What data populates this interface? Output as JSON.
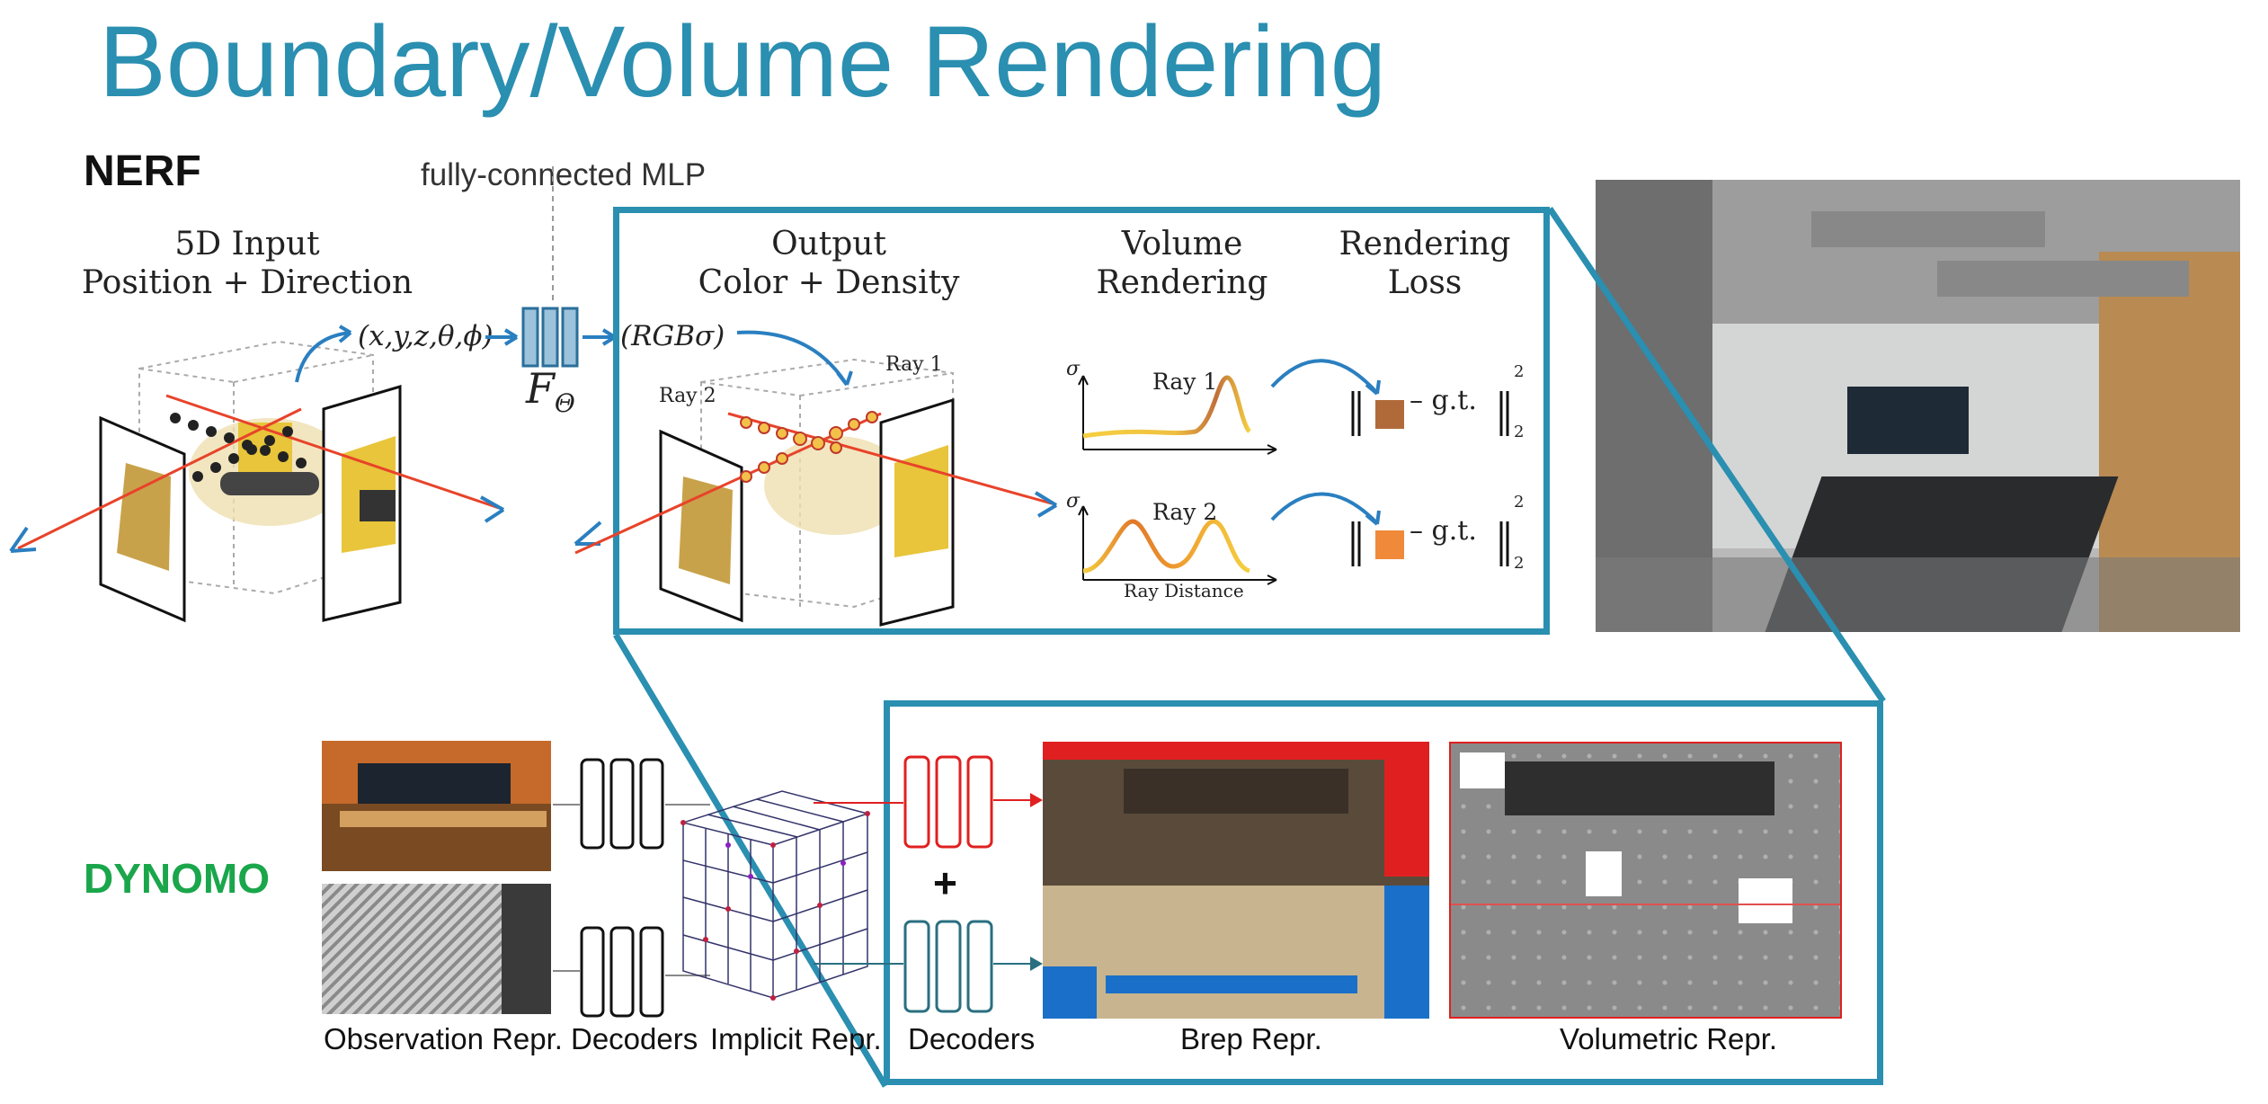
{
  "title": "Boundary/Volume Rendering",
  "nerf": {
    "label": "NERF",
    "mlp_label": "fully-connected MLP",
    "input_label_1": "5D Input",
    "input_label_2": "Position + Direction",
    "input_tuple": "(x,y,z,θ,ϕ)",
    "mlp_symbol": "F",
    "mlp_subscript": "Θ",
    "output_tuple": "(RGBσ)",
    "output_label_1": "Output",
    "output_label_2": "Color + Density",
    "volume_label_1": "Volume",
    "volume_label_2": "Rendering",
    "loss_label_1": "Rendering",
    "loss_label_2": "Loss",
    "ray1": "Ray 1",
    "ray2": "Ray 2",
    "sigma": "σ",
    "ray_distance": "Ray Distance",
    "gt": "– g.t.",
    "sup": "2",
    "sub": "2"
  },
  "dynomo": {
    "label": "DYNOMO",
    "captions": {
      "observation": "Observation Repr.",
      "decoders_left": "Decoders",
      "implicit": "Implicit Repr.",
      "decoders_right": "Decoders",
      "brep": "Brep Repr.",
      "volumetric": "Volumetric Repr."
    },
    "plus": "+"
  },
  "colors": {
    "accent": "#2a8fb0",
    "dynomo_green": "#1aa64b",
    "red_decoder": "#e02020",
    "teal_decoder": "#2a6f80"
  }
}
